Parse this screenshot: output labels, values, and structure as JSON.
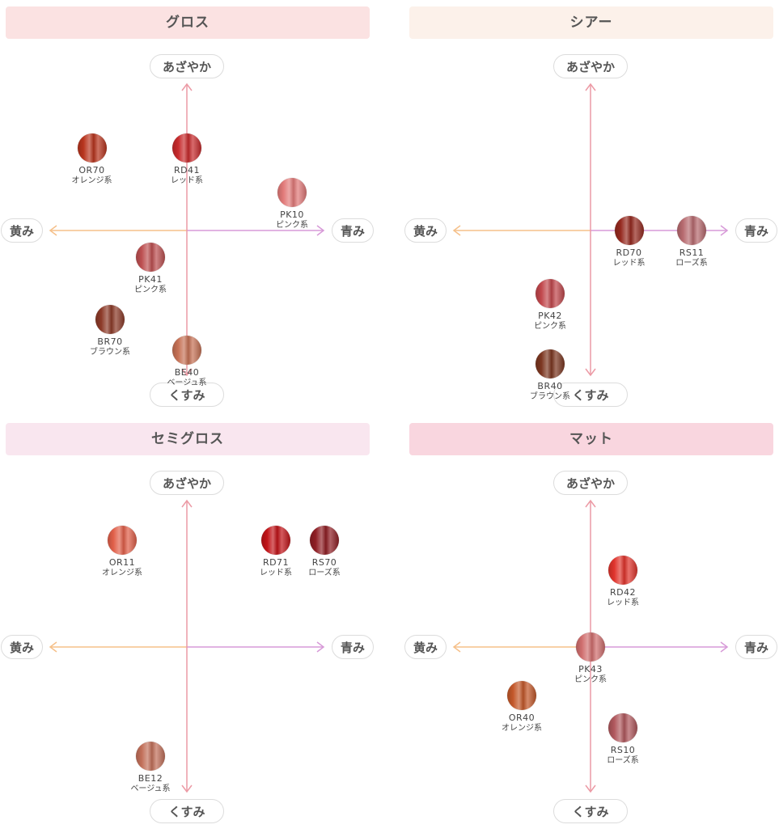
{
  "labels": {
    "top": "あざやか",
    "bottom": "くすみ",
    "left": "黄み",
    "right": "青み"
  },
  "colors": {
    "vertical_axis": "#ec9aa5",
    "axis_left": "#f5c08a",
    "axis_right": "#d79ad8"
  },
  "panels": [
    {
      "id": "gloss",
      "title": "グロス",
      "header_color": "#fbe2e2",
      "swatches": [
        {
          "code": "OR70",
          "category": "オレンジ系",
          "hue": "yellow 2.35",
          "vividness": "vivid 2.05",
          "color": "#b8351e"
        },
        {
          "code": "RD41",
          "category": "レッド系",
          "hue": "neutral 0",
          "vividness": "vivid 2.05",
          "color": "#c72a2c"
        },
        {
          "code": "PK10",
          "category": "ピンク系",
          "hue": "blue 2.6",
          "vividness": "vivid 0.95",
          "color": "#e27a79"
        },
        {
          "code": "PK41",
          "category": "ピンク系",
          "hue": "yellow 0.9",
          "vividness": "muted 0.65",
          "color": "#bd5051"
        },
        {
          "code": "BR70",
          "category": "ブラウン系",
          "hue": "yellow 1.9",
          "vividness": "muted 2.2",
          "color": "#8c3a28"
        },
        {
          "code": "BE40",
          "category": "ベージュ系",
          "hue": "neutral 0",
          "vividness": "muted 2.95",
          "color": "#c67155"
        }
      ]
    },
    {
      "id": "sheer",
      "title": "シアー",
      "header_color": "#fcf1ea",
      "swatches": [
        {
          "code": "RD70",
          "category": "レッド系",
          "hue": "blue 0.95",
          "vividness": "neutral 0.1",
          "color": "#95291f"
        },
        {
          "code": "RS11",
          "category": "ローズ系",
          "hue": "blue 2.5",
          "vividness": "neutral 0.1",
          "color": "#b76a6f"
        },
        {
          "code": "PK42",
          "category": "ピンク系",
          "hue": "yellow 1.0",
          "vividness": "muted 1.55",
          "color": "#c1474c"
        },
        {
          "code": "BR40",
          "category": "ブラウン系",
          "hue": "yellow 1.0",
          "vividness": "muted 3.3",
          "color": "#7b3620"
        }
      ]
    },
    {
      "id": "semigloss",
      "title": "セミグロス",
      "header_color": "#f9e6ef",
      "swatches": [
        {
          "code": "OR11",
          "category": "オレンジ系",
          "hue": "yellow 1.6",
          "vividness": "vivid 2.65",
          "color": "#e1604a"
        },
        {
          "code": "RD71",
          "category": "レッド系",
          "hue": "blue 2.2",
          "vividness": "vivid 2.65",
          "color": "#c11318"
        },
        {
          "code": "RS70",
          "category": "ローズ系",
          "hue": "blue 3.4",
          "vividness": "vivid 2.65",
          "color": "#8f1e24"
        },
        {
          "code": "BE12",
          "category": "ベージュ系",
          "hue": "yellow 0.9",
          "vividness": "muted 2.7",
          "color": "#c2705a"
        }
      ]
    },
    {
      "id": "matte",
      "title": "マット",
      "header_color": "#f9d6df",
      "swatches": [
        {
          "code": "RD42",
          "category": "レッド系",
          "hue": "blue 0.8",
          "vividness": "vivid 1.9",
          "color": "#e0342c"
        },
        {
          "code": "PK43",
          "category": "ピンク系",
          "hue": "neutral 0",
          "vividness": "neutral 0",
          "color": "#d06e6e"
        },
        {
          "code": "OR40",
          "category": "オレンジ系",
          "hue": "yellow 1.7",
          "vividness": "muted 1.2",
          "color": "#c3582a"
        },
        {
          "code": "RS10",
          "category": "ローズ系",
          "hue": "blue 0.8",
          "vividness": "muted 2.0",
          "color": "#b0585d"
        }
      ]
    }
  ]
}
